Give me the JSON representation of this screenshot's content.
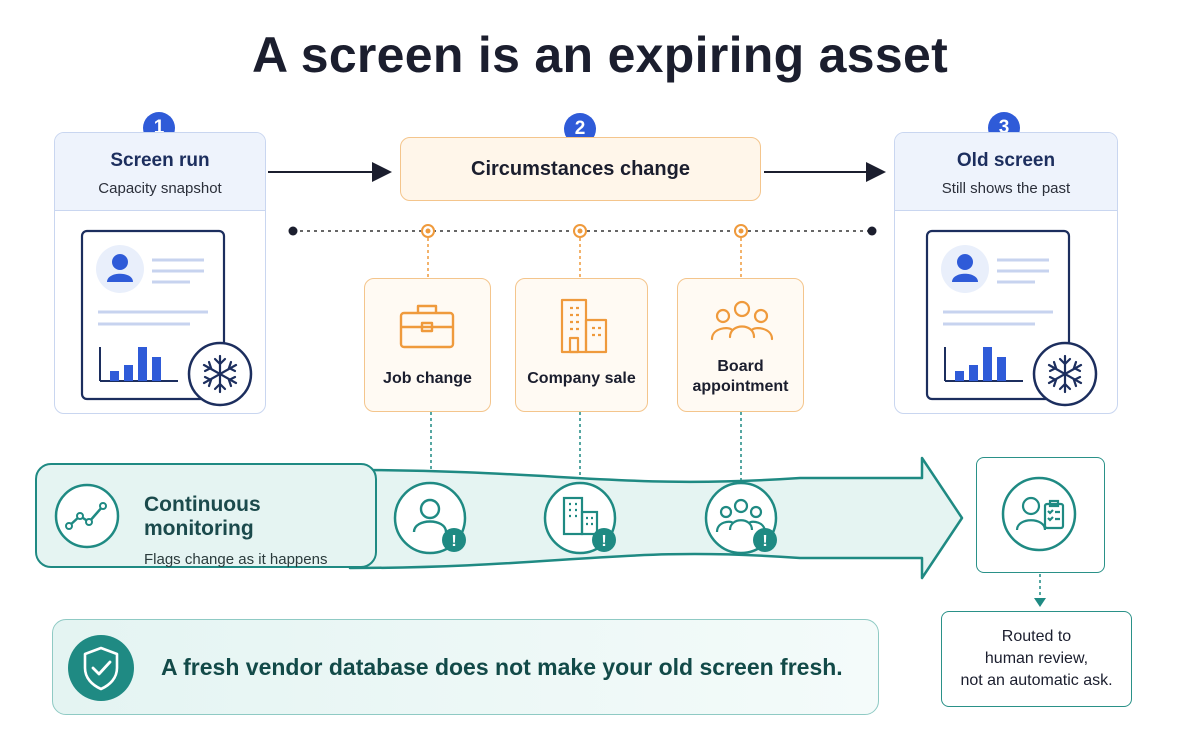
{
  "title": "A screen is an expiring asset",
  "steps": [
    {
      "number": "1",
      "title": "Screen run",
      "subtitle": "Capacity snapshot"
    },
    {
      "number": "2",
      "title": "Circumstances change"
    },
    {
      "number": "3",
      "title": "Old screen",
      "subtitle": "Still shows the past"
    }
  ],
  "events": [
    {
      "label": "Job change",
      "icon": "briefcase-icon"
    },
    {
      "label": "Company sale",
      "icon": "building-icon"
    },
    {
      "label": "Board\nappointment",
      "icon": "group-icon"
    }
  ],
  "monitoring": {
    "title": "Continuous monitoring",
    "subtitle": "Flags change as it happens",
    "icon": "trend-line-icon"
  },
  "alert_symbol": "!",
  "review_note": "Routed to\nhuman review,\nnot an automatic ask.",
  "banner": {
    "text": "A fresh vendor database does not make your old screen fresh.",
    "icon": "shield-check-icon"
  },
  "colors": {
    "accent_blue": "#2f5bd8",
    "accent_orange": "#ef9a3c",
    "accent_teal": "#1f8a83",
    "dark_navy": "#1c2e5e"
  }
}
